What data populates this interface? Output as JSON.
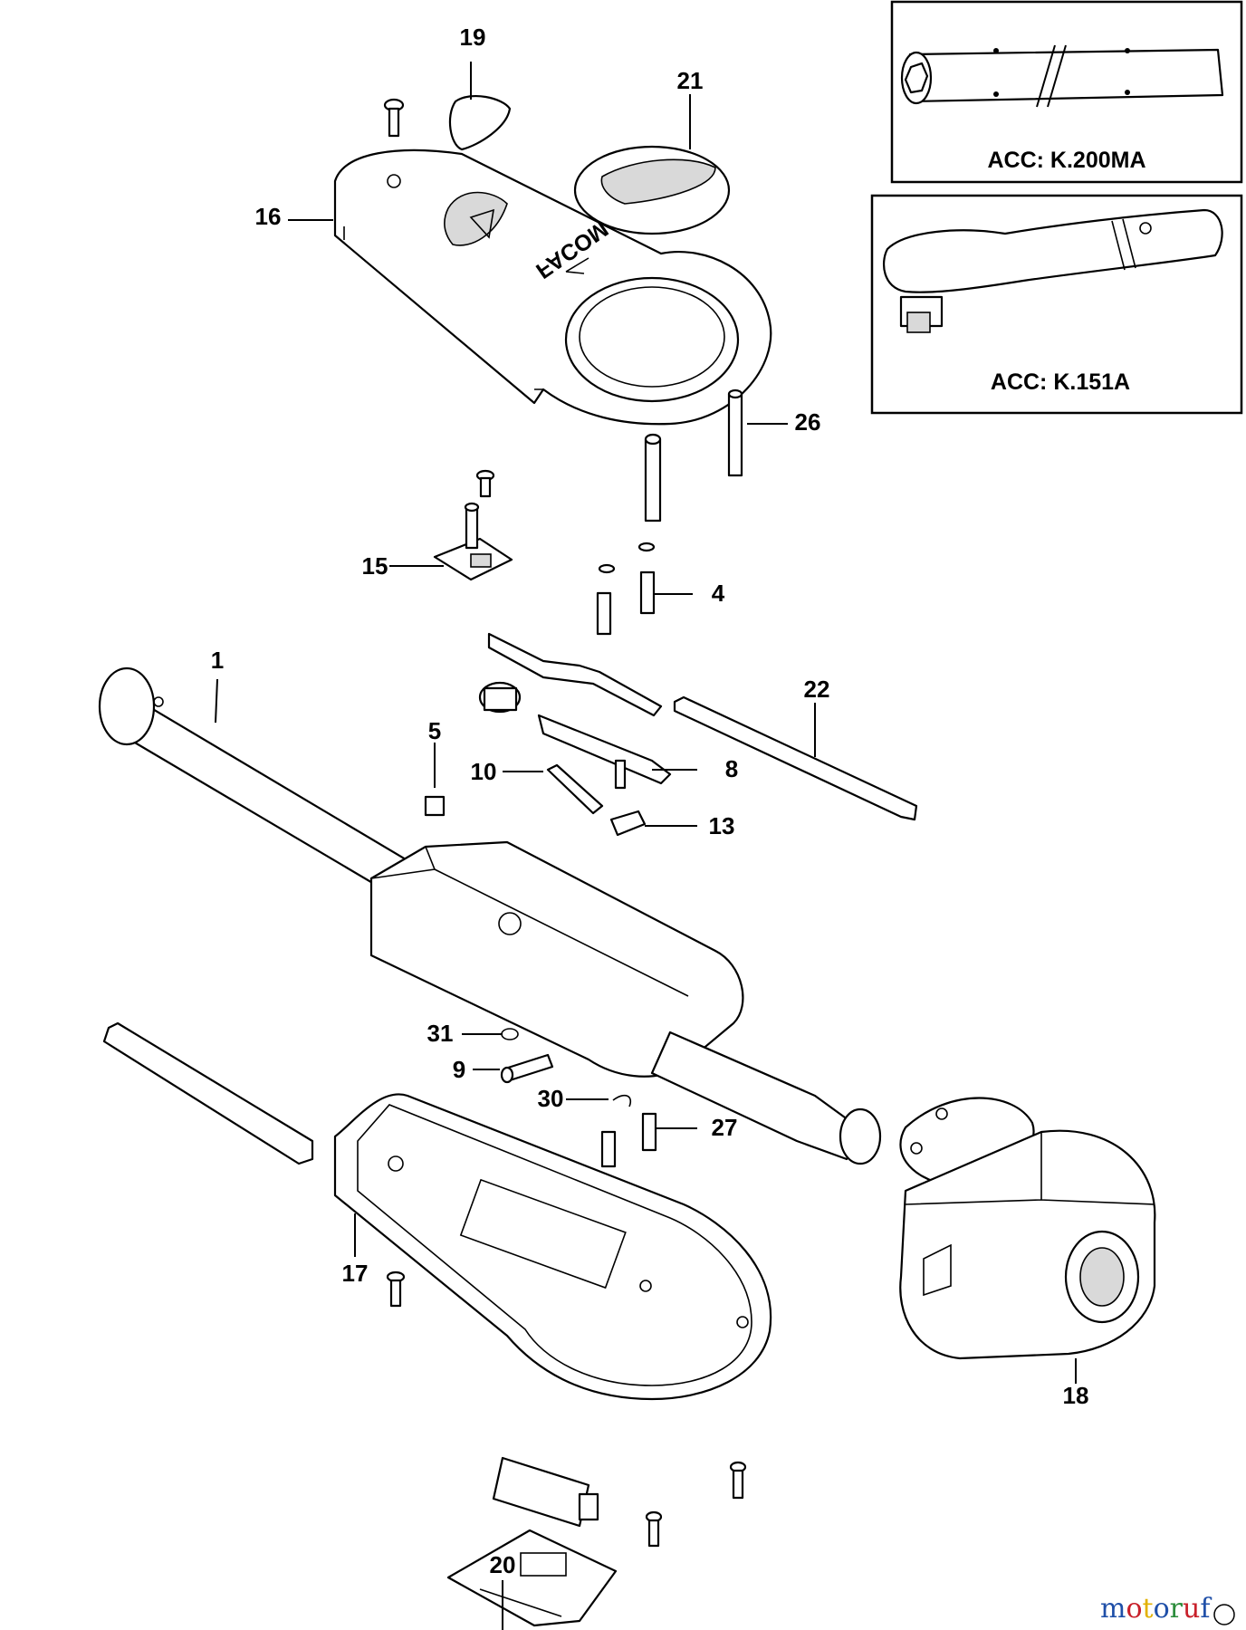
{
  "callouts": [
    "1",
    "4",
    "5",
    "8",
    "9",
    "10",
    "13",
    "15",
    "16",
    "17",
    "18",
    "19",
    "20",
    "21",
    "22",
    "26",
    "27",
    "30",
    "31"
  ],
  "accessories": [
    {
      "label": "ACC: K.200MA",
      "icon": "extension-bar-icon"
    },
    {
      "label": "ACC: K.151A",
      "icon": "ratchet-head-icon"
    }
  ],
  "housing_logo": "FACOM",
  "watermark": {
    "text": "motoruf",
    "letters": [
      "m",
      "o",
      "t",
      "o",
      "r",
      "u",
      "f"
    ],
    "colors": [
      "#1f4fa8",
      "#c8202a",
      "#e2b100",
      "#1f4fa8",
      "#2b8c3b",
      "#c8202a",
      "#1f4fa8"
    ]
  }
}
